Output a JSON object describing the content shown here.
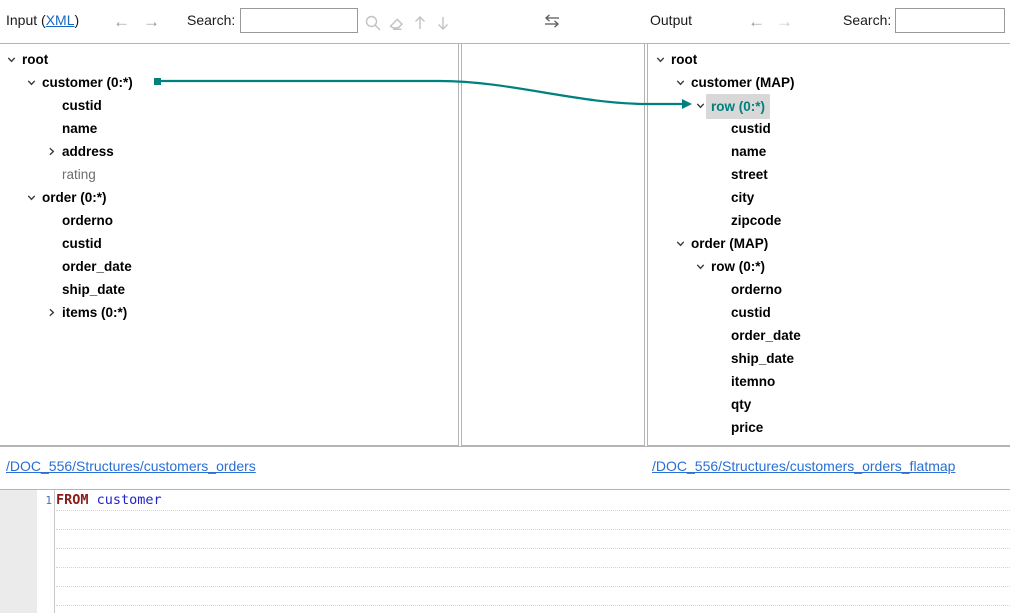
{
  "toolbar": {
    "input_label": "Input (",
    "input_format": "XML",
    "input_label_close": ")",
    "output_label": "Output",
    "search_label_left": "Search:",
    "search_label_right": "Search:",
    "search_value_left": "",
    "search_value_right": "",
    "search_placeholder": "",
    "back_arrow": "←",
    "forward_arrow": "→",
    "icons": {
      "find": "search-icon",
      "clear": "eraser-icon",
      "prev": "arrow-up-icon",
      "next": "arrow-down-icon",
      "swap": "swap-arrows-icon"
    }
  },
  "input_tree": {
    "nodes": [
      {
        "label": "root",
        "depth": 0,
        "expander": "expanded",
        "style": "bold"
      },
      {
        "label": "customer (0:*)",
        "depth": 1,
        "expander": "expanded",
        "style": "bold"
      },
      {
        "label": "custid",
        "depth": 2,
        "expander": "none",
        "style": "bold"
      },
      {
        "label": "name",
        "depth": 2,
        "expander": "none",
        "style": "bold"
      },
      {
        "label": "address",
        "depth": 2,
        "expander": "collapsed",
        "style": "bold"
      },
      {
        "label": "rating",
        "depth": 2,
        "expander": "none",
        "style": "muted"
      },
      {
        "label": "order (0:*)",
        "depth": 1,
        "expander": "expanded",
        "style": "bold"
      },
      {
        "label": "orderno",
        "depth": 2,
        "expander": "none",
        "style": "bold"
      },
      {
        "label": "custid",
        "depth": 2,
        "expander": "none",
        "style": "bold"
      },
      {
        "label": "order_date",
        "depth": 2,
        "expander": "none",
        "style": "bold"
      },
      {
        "label": "ship_date",
        "depth": 2,
        "expander": "none",
        "style": "bold"
      },
      {
        "label": "items (0:*)",
        "depth": 2,
        "expander": "collapsed",
        "style": "bold"
      }
    ]
  },
  "output_tree": {
    "nodes": [
      {
        "label": "root",
        "depth": 0,
        "expander": "expanded",
        "style": "bold"
      },
      {
        "label": "customer (MAP)",
        "depth": 1,
        "expander": "expanded",
        "style": "bold"
      },
      {
        "label": "row (0:*)",
        "depth": 2,
        "expander": "expanded",
        "style": "selected"
      },
      {
        "label": "custid",
        "depth": 3,
        "expander": "none",
        "style": "bold"
      },
      {
        "label": "name",
        "depth": 3,
        "expander": "none",
        "style": "bold"
      },
      {
        "label": "street",
        "depth": 3,
        "expander": "none",
        "style": "bold"
      },
      {
        "label": "city",
        "depth": 3,
        "expander": "none",
        "style": "bold"
      },
      {
        "label": "zipcode",
        "depth": 3,
        "expander": "none",
        "style": "bold"
      },
      {
        "label": "order (MAP)",
        "depth": 1,
        "expander": "expanded",
        "style": "bold"
      },
      {
        "label": "row (0:*)",
        "depth": 2,
        "expander": "expanded",
        "style": "bold"
      },
      {
        "label": "orderno",
        "depth": 3,
        "expander": "none",
        "style": "bold"
      },
      {
        "label": "custid",
        "depth": 3,
        "expander": "none",
        "style": "bold"
      },
      {
        "label": "order_date",
        "depth": 3,
        "expander": "none",
        "style": "bold"
      },
      {
        "label": "ship_date",
        "depth": 3,
        "expander": "none",
        "style": "bold"
      },
      {
        "label": "itemno",
        "depth": 3,
        "expander": "none",
        "style": "bold"
      },
      {
        "label": "qty",
        "depth": 3,
        "expander": "none",
        "style": "bold"
      },
      {
        "label": "price",
        "depth": 3,
        "expander": "none",
        "style": "bold"
      }
    ]
  },
  "mapping": {
    "source_node": "customer (0:*)",
    "target_node": "row (0:*)",
    "line_color": "#00807f"
  },
  "footer": {
    "input_path": "/DOC_556/Structures/customers_orders",
    "output_path": "/DOC_556/Structures/customers_orders_flatmap"
  },
  "editor": {
    "line_number": "1",
    "keyword": "FROM",
    "identifier": "customer"
  }
}
